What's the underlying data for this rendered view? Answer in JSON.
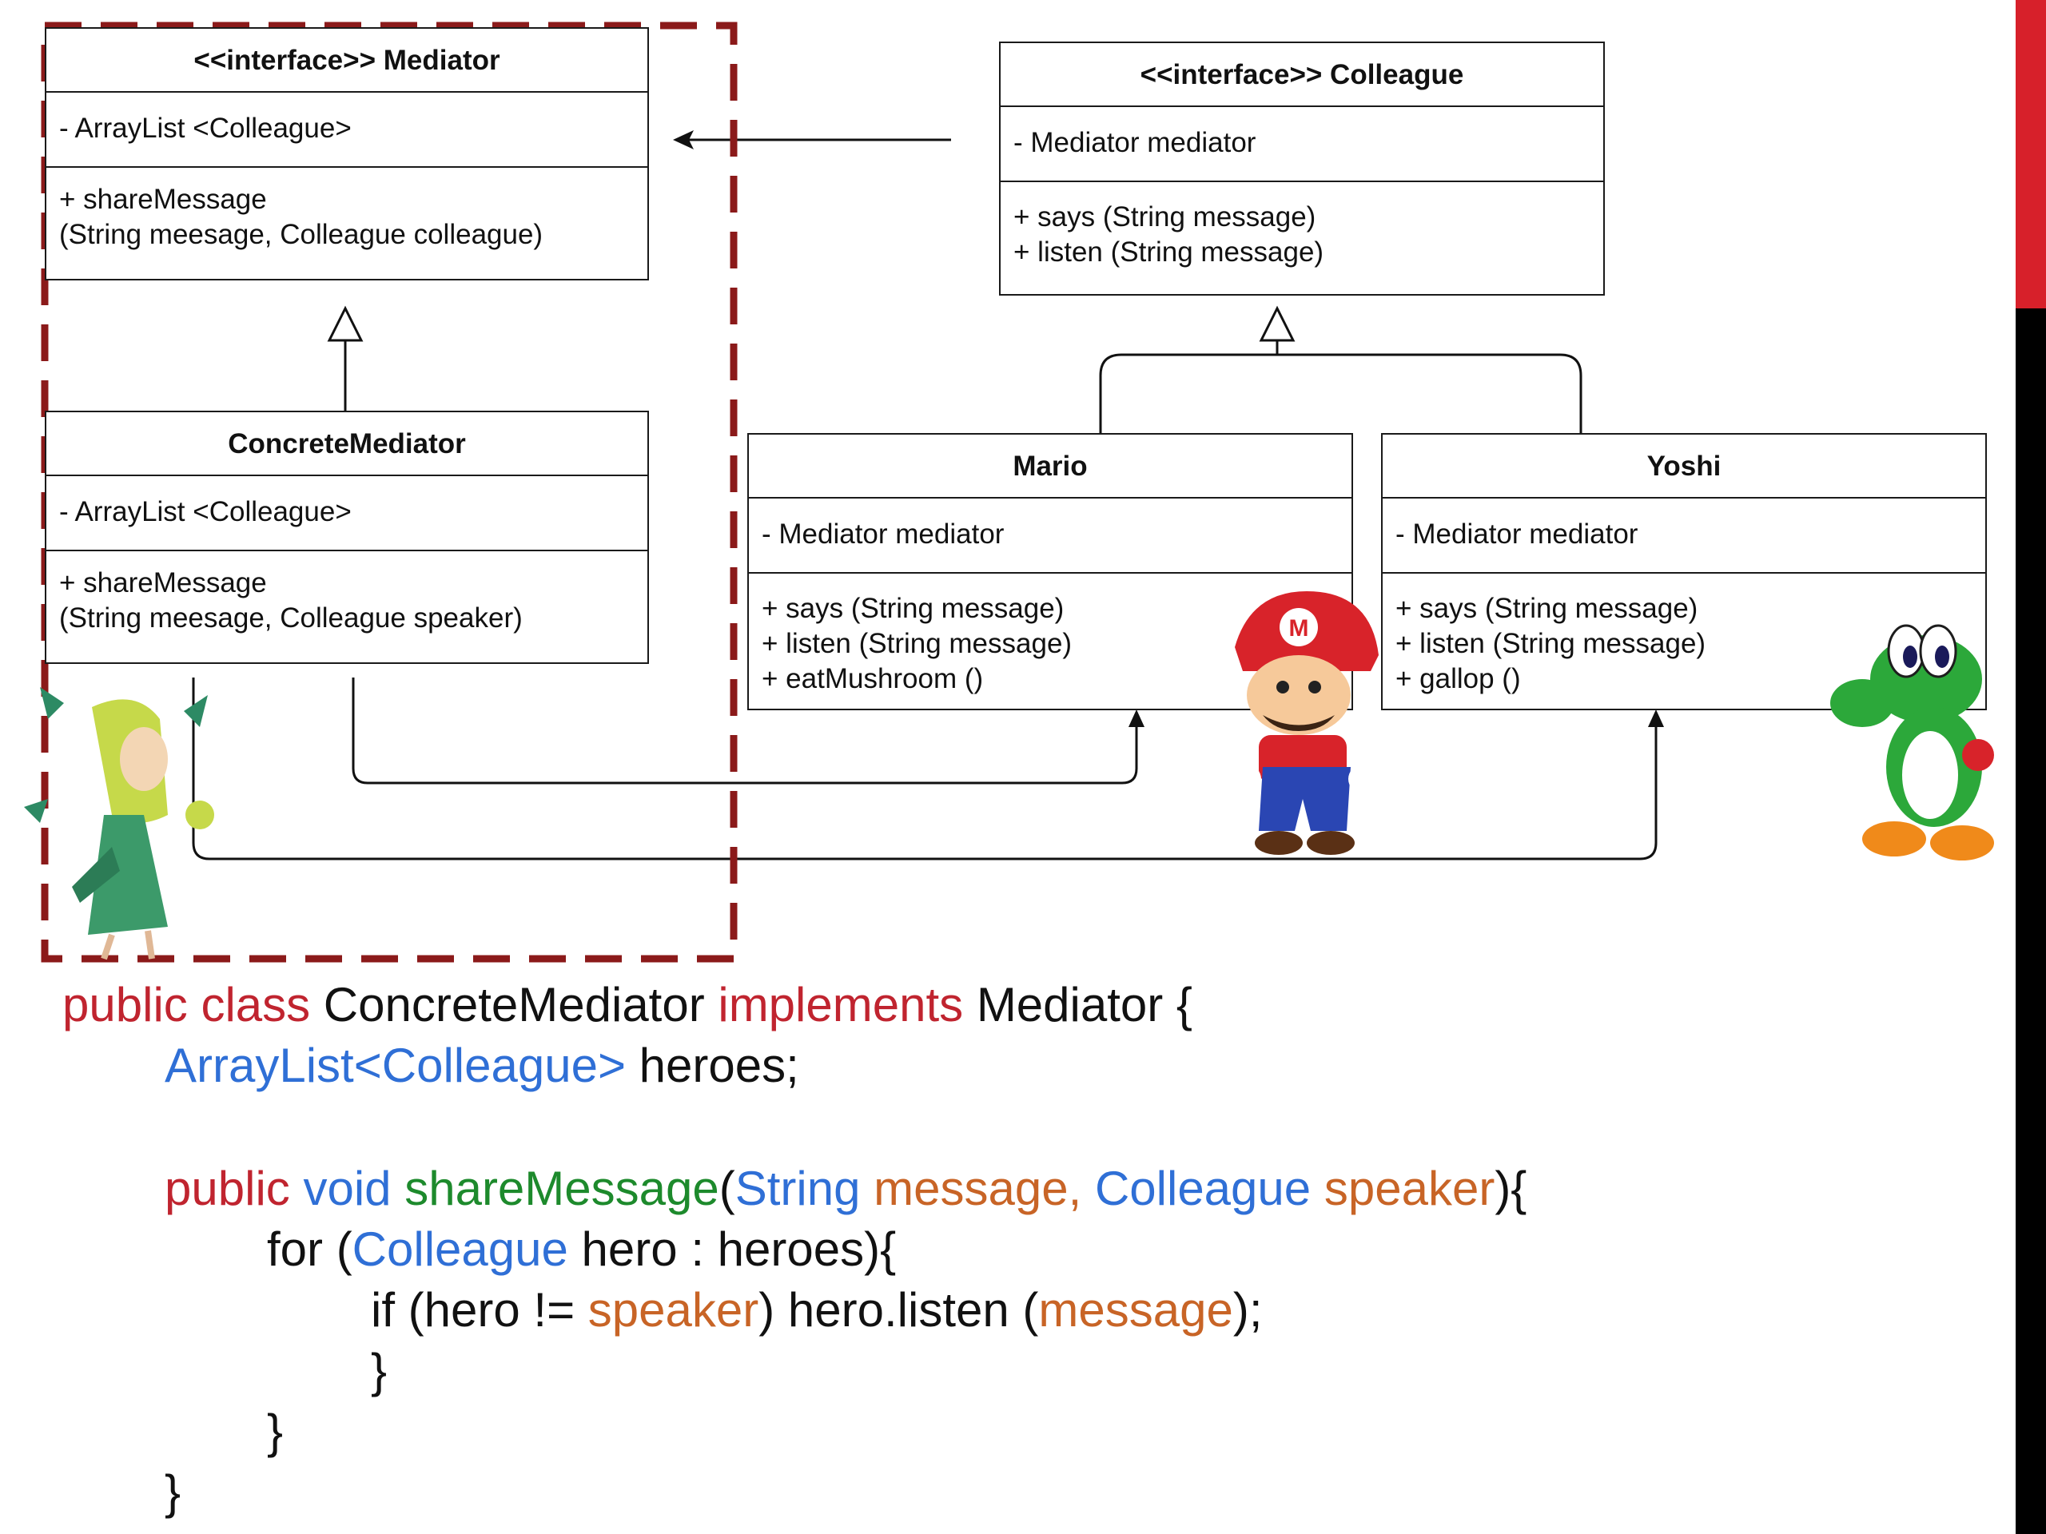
{
  "mediator_interface": {
    "title": "<<interface>> Mediator",
    "attribute": "- ArrayList <Colleague>",
    "operations": [
      "+ shareMessage",
      "(String meesage, Colleague colleague)"
    ]
  },
  "concrete_mediator": {
    "title": "ConcreteMediator",
    "attribute": "- ArrayList <Colleague>",
    "operations": [
      "+ shareMessage",
      "(String meesage, Colleague speaker)"
    ]
  },
  "colleague_interface": {
    "title": "<<interface>> Colleague",
    "attribute": "- Mediator mediator",
    "operations": [
      "+ says (String message)",
      "+ listen (String message)"
    ]
  },
  "mario_class": {
    "title": "Mario",
    "attribute": "- Mediator mediator",
    "operations": [
      "+ says (String message)",
      "+ listen (String message)",
      "+ eatMushroom ()"
    ]
  },
  "yoshi_class": {
    "title": "Yoshi",
    "attribute": "- Mediator mediator",
    "operations": [
      "+ says (String message)",
      "+ listen (String message)",
      "+ gallop ()"
    ]
  },
  "code": {
    "l1": {
      "a": "public class",
      "b": " ConcreteMediator ",
      "c": "implements",
      "d": " Mediator {"
    },
    "l2": {
      "a": "ArrayList<Colleague>",
      "b": " heroes;"
    },
    "l3": {
      "a": "public",
      "b": " void",
      "c": " shareMessage",
      "d": "(",
      "e": "String",
      "f": " message, ",
      "g": "Colleague",
      "h": " speaker",
      "i": "){"
    },
    "l4": {
      "a": "for (",
      "b": "Colleague",
      "c": " hero : heroes){"
    },
    "l5": {
      "a": "if (hero != ",
      "b": "speaker",
      "c": ") hero.listen (",
      "d": "message",
      "e": ");"
    },
    "l6": "}",
    "l7": "}",
    "l8": "}"
  },
  "colors": {
    "keyword": "#c0242f",
    "type": "#2f6fd6",
    "method": "#1d8a2c",
    "param": "#c86426",
    "highlight_border": "#8b1a1a",
    "slide_accent": "#d7202a"
  }
}
